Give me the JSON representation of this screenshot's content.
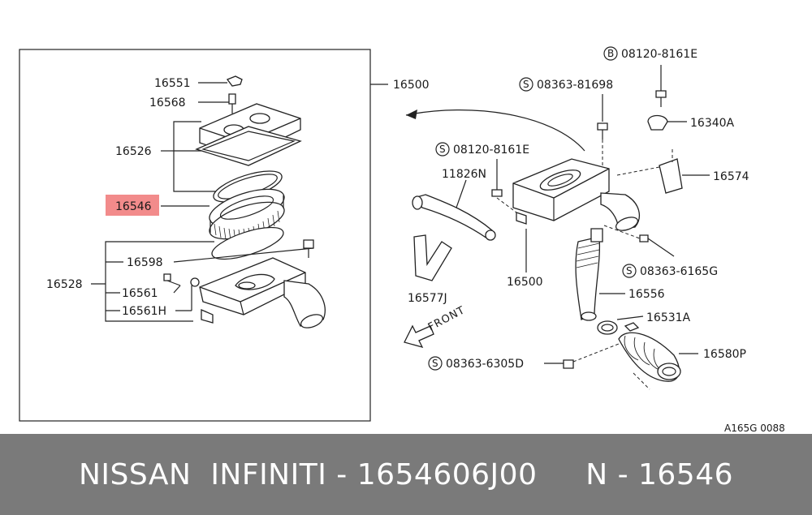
{
  "diagram": {
    "labels": {
      "p16551": "16551",
      "p16568": "16568",
      "p16526": "16526",
      "p16546": "16546",
      "p16528": "16528",
      "p16598": "16598",
      "p16561": "16561",
      "p16561h": "16561H",
      "p16500_box": "16500",
      "p16500_main": "16500",
      "p08120_b": "08120-8161E",
      "p08363_81698": "08363-81698",
      "p16340a": "16340A",
      "p08120_s": "08120-8161E",
      "p11826n": "11826N",
      "p16574": "16574",
      "p08363_6165g": "08363-6165G",
      "p16577j": "16577J",
      "p16556": "16556",
      "p16531a": "16531A",
      "front": "FRONT",
      "p08363_6305d": "08363-6305D",
      "p16580p": "16580P",
      "ref_code": "A165G 0088"
    },
    "symbols": {
      "b": "B",
      "s": "S"
    },
    "highlight_color": "#f28b8b"
  },
  "footer": {
    "title": "NISSAN  INFINITI - 1654606J00     N - 16546"
  }
}
